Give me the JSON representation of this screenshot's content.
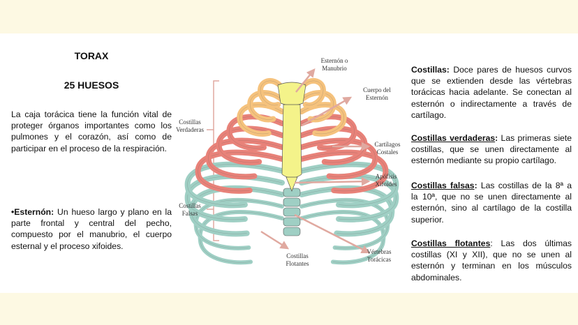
{
  "header": {
    "title": "TORAX",
    "subtitle": "25 HUESOS"
  },
  "intro": "La caja torácica tiene la función vital de proteger órganos importantes como los pulmones y el corazón, así como de participar en el proceso de la respiración.",
  "esternon": {
    "bullet": "•",
    "term": "Esternón:",
    "text": " Un hueso largo y plano en la parte frontal y central del pecho, compuesto por el manubrio, el cuerpo esternal y el proceso xifoides."
  },
  "definitions": [
    {
      "term": "Costillas:",
      "text": " Doce pares de huesos curvos que se extienden desde las vértebras torácicas hacia adelante. Se conectan al esternón o indirectamente a través de cartílago."
    },
    {
      "term": "Costillas verdaderas",
      "sep": ":",
      "text": " Las primeras siete costillas, que se unen directamente al esternón mediante su propio cartílago."
    },
    {
      "term": "Costillas falsas",
      "sep": ":",
      "text": " Las costillas de la 8ª a la 10ª, que no se unen directamente al esternón, sino al cartílago de la costilla superior."
    },
    {
      "term": "Costillas flotantes",
      "sep": ":",
      "text": " Las dos últimas costillas (XI y XII), que no se unen al esternón y terminan en los músculos abdominales."
    }
  ],
  "diagram": {
    "labels": {
      "manubrio_1": "Esternón o",
      "manubrio_2": "Manubrio",
      "cuerpo_1": "Cuerpo del",
      "cuerpo_2": "Esternón",
      "cartilagos_1": "Cartílagos",
      "cartilagos_2": "Costales",
      "apofisis_1": "Apófisis",
      "apofisis_2": "Xifoides",
      "vertebras_1": "Vértebras",
      "vertebras_2": "Torácicas",
      "flotantes_1": "Costillas",
      "flotantes_2": "Flotantes",
      "verdaderas_1": "Costillas",
      "verdaderas_2": "Verdaderas",
      "falsas_1": "Costillas",
      "falsas_2": "Falsas"
    },
    "colors": {
      "true_ribs": "#e88279",
      "false_ribs": "#9fcfc4",
      "upper_ribs": "#f5c27d",
      "sternum": "#f4f38a",
      "arrows": "#e0a9a0",
      "outline": "#555555"
    }
  }
}
